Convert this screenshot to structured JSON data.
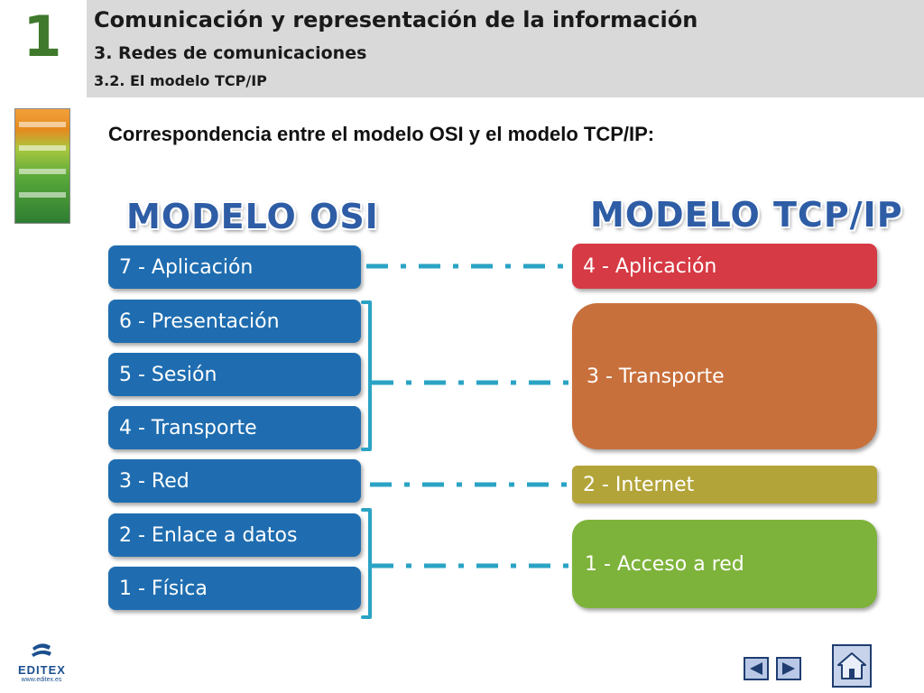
{
  "header": {
    "chapter_number": "1",
    "title": "Comunicación y representación de la información",
    "section": "3. Redes de comunicaciones",
    "subsection": "3.2. El modelo TCP/IP"
  },
  "slide": {
    "subtitle": "Correspondencia entre el modelo OSI y el modelo TCP/IP:"
  },
  "osi": {
    "title": "MODELO OSI",
    "layers": [
      "7 - Aplicación",
      "6 - Presentación",
      "5 - Sesión",
      "4 - Transporte",
      "3 - Red",
      "2 - Enlace a datos",
      "1 - Física"
    ]
  },
  "tcpip": {
    "title": "MODELO TCP/IP",
    "layers": [
      "4 - Aplicación",
      "3 - Transporte",
      "2 - Internet",
      "1 - Acceso a red"
    ]
  },
  "colors": {
    "osi_layer": "#1f6db0",
    "tcp_aplicacion": "#d63a44",
    "tcp_transporte": "#c8703c",
    "tcp_internet": "#b3a43a",
    "tcp_acceso": "#7db33a",
    "connector": "#2aa3c4"
  },
  "footer": {
    "logo_name": "EDITEX",
    "logo_url": "www.editex.es",
    "prev_icon": "triangle-left-icon",
    "next_icon": "triangle-right-icon",
    "home_icon": "home-icon"
  }
}
